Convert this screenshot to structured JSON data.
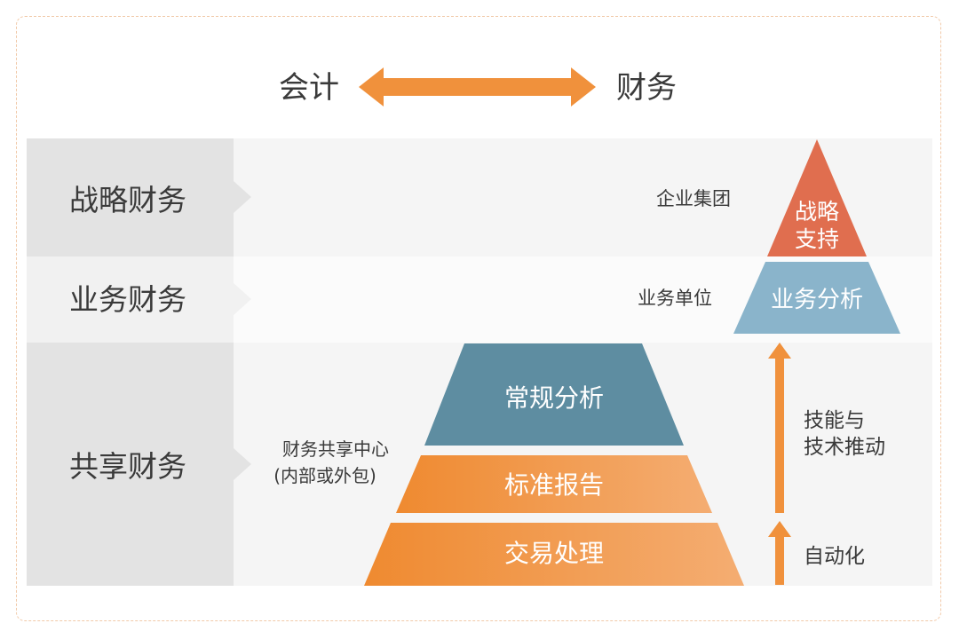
{
  "header": {
    "left_label": "会计",
    "right_label": "财务"
  },
  "rows": {
    "strategic": "战略财务",
    "business": "业务财务",
    "shared": "共享财务"
  },
  "side_labels": {
    "enterprise_group": "企业集团",
    "business_unit": "业务单位",
    "shared_center_line1": "财务共享中心",
    "shared_center_line2": "(内部或外包)"
  },
  "pyramid_small": {
    "top_line1": "战略",
    "top_line2": "支持",
    "bottom": "业务分析"
  },
  "pyramid_large": {
    "top": "常规分析",
    "middle": "标准报告",
    "bottom": "交易处理"
  },
  "drivers": {
    "upper_line1": "技能与",
    "upper_line2": "技术推动",
    "lower": "自动化"
  },
  "colors": {
    "orange": "#f0913c",
    "orange_light": "#f3a565",
    "teal": "#5e8da1",
    "light_blue": "#8ab4cb",
    "red": "#e06e4f",
    "row_label_bg": "#e3e3e3",
    "row_label_bg_light": "#f1f1f1",
    "row_bg": "#f5f5f5",
    "text_dark": "#3a3a3a"
  }
}
